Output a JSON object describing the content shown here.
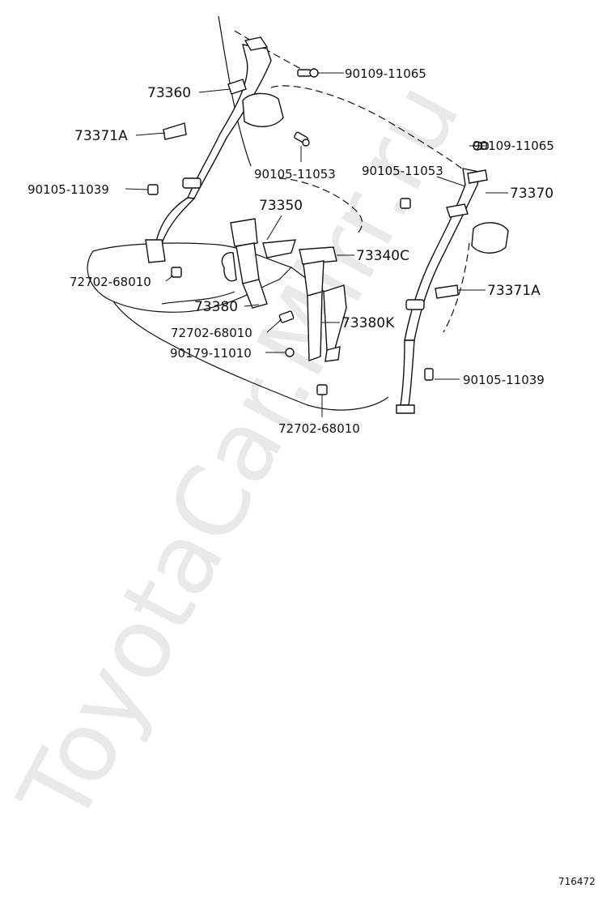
{
  "watermark": "ToyotaCar.Mirr.ru",
  "reference_number": "716472",
  "callouts": [
    {
      "id": "c1",
      "text": "90109-11065"
    },
    {
      "id": "c2",
      "text": "73360"
    },
    {
      "id": "c3",
      "text": "73371A"
    },
    {
      "id": "c4",
      "text": "90105-11053"
    },
    {
      "id": "c5",
      "text": "90109-11065"
    },
    {
      "id": "c6",
      "text": "90105-11053"
    },
    {
      "id": "c7",
      "text": "73370"
    },
    {
      "id": "c8",
      "text": "90105-11039"
    },
    {
      "id": "c9",
      "text": "73350"
    },
    {
      "id": "c10",
      "text": "73340C"
    },
    {
      "id": "c11",
      "text": "72702-68010"
    },
    {
      "id": "c12",
      "text": "73371A"
    },
    {
      "id": "c13",
      "text": "73380"
    },
    {
      "id": "c14",
      "text": "73380K"
    },
    {
      "id": "c15",
      "text": "72702-68010"
    },
    {
      "id": "c16",
      "text": "90179-11010"
    },
    {
      "id": "c17",
      "text": "90105-11039"
    },
    {
      "id": "c18",
      "text": "72702-68010"
    }
  ]
}
